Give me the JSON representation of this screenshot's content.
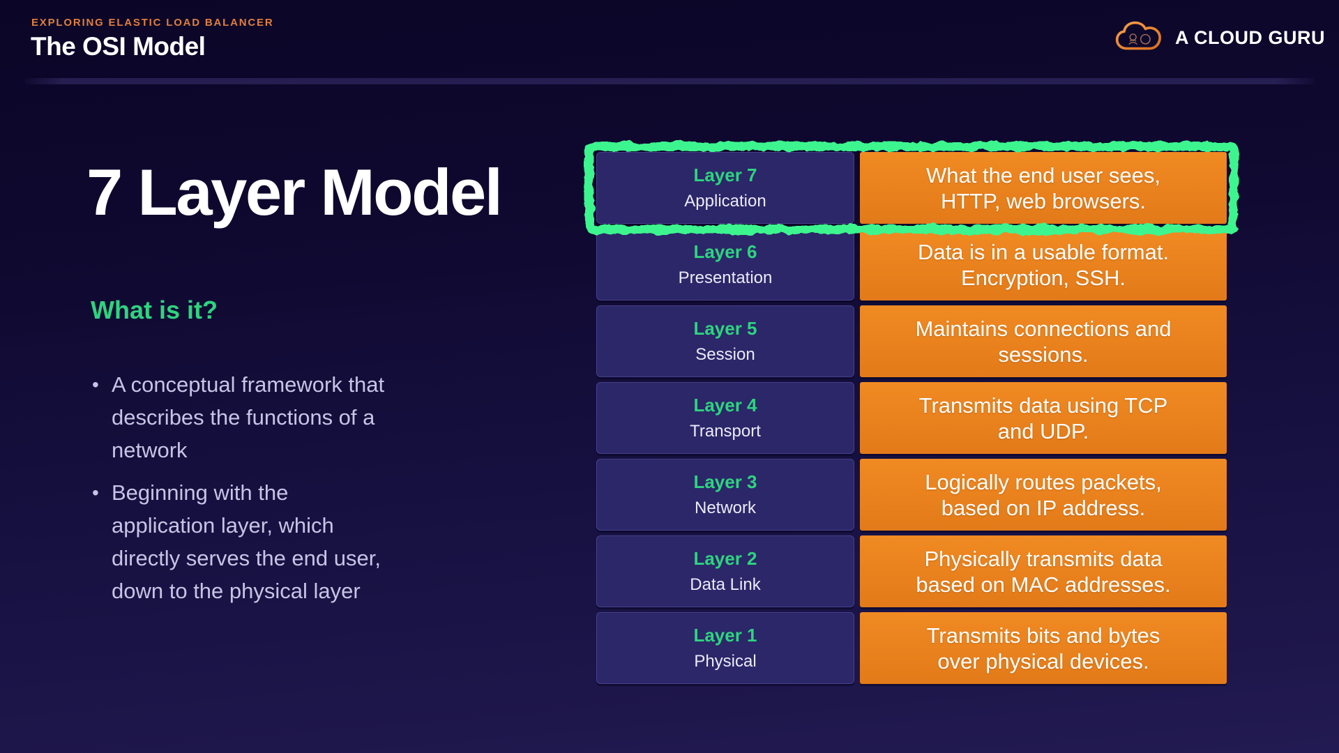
{
  "header": {
    "kicker": "EXPLORING ELASTIC LOAD BALANCER",
    "title": "The OSI Model",
    "brand": "A CLOUD GURU"
  },
  "main": {
    "heading": "7 Layer Model",
    "subheading": "What is it?",
    "bullets": [
      "A conceptual framework that\ndescribes the functions of a\nnetwork",
      "Beginning with the\napplication layer, which\ndirectly serves the end user,\ndown to the physical layer"
    ]
  },
  "osi_table": {
    "highlighted_row": 0,
    "rows": [
      {
        "layer": "Layer 7",
        "name": "Application",
        "description": "What the end user sees,\nHTTP, web browsers."
      },
      {
        "layer": "Layer 6",
        "name": "Presentation",
        "description": "Data is in a usable format.\nEncryption, SSH."
      },
      {
        "layer": "Layer 5",
        "name": "Session",
        "description": "Maintains connections and\nsessions."
      },
      {
        "layer": "Layer 4",
        "name": "Transport",
        "description": "Transmits data using TCP\nand UDP."
      },
      {
        "layer": "Layer 3",
        "name": "Network",
        "description": "Logically routes packets,\nbased on IP address."
      },
      {
        "layer": "Layer 2",
        "name": "Data Link",
        "description": "Physically transmits data\nbased on MAC addresses."
      },
      {
        "layer": "Layer 1",
        "name": "Physical",
        "description": "Transmits bits and bytes\nover physical devices."
      }
    ]
  },
  "colors": {
    "accent-orange": "#df7f3e",
    "table-orange": "#e8821e",
    "accent-green": "#2ed47e",
    "highlight-green": "#3cf58e",
    "bullet-text": "#c7c4e6",
    "cell-navy": "#2b2769"
  }
}
